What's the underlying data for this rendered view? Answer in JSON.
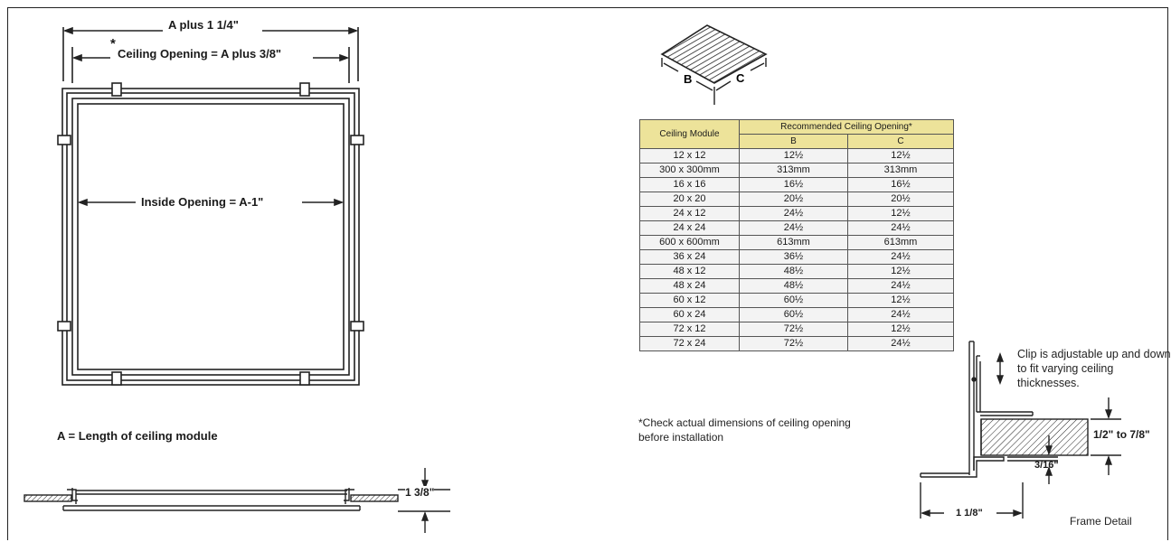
{
  "header": {
    "title": "...placement of ceiling opening"
  },
  "plan_view": {
    "outer_dim": "A plus 1 1/4\"",
    "opening_dim_star": "*",
    "opening_dim": "Ceiling Opening = A plus 3/8\"",
    "inside_dim": "Inside Opening = A-1\"",
    "a_definition": "A = Length of ceiling module"
  },
  "section_view": {
    "height_dim": "1 3/8\""
  },
  "tile_icon": {
    "b_label": "B",
    "c_label": "C"
  },
  "table": {
    "header_col1": "Ceiling Module",
    "header_group": "Recommended Ceiling Opening*",
    "sub_b": "B",
    "sub_c": "C",
    "rows": [
      [
        "12 x 12",
        "12½",
        "12½"
      ],
      [
        "300 x 300mm",
        "313mm",
        "313mm"
      ],
      [
        "16 x 16",
        "16½",
        "16½"
      ],
      [
        "20 x 20",
        "20½",
        "20½"
      ],
      [
        "24 x 12",
        "24½",
        "12½"
      ],
      [
        "24 x 24",
        "24½",
        "24½"
      ],
      [
        "600 x 600mm",
        "613mm",
        "613mm"
      ],
      [
        "36 x 24",
        "36½",
        "24½"
      ],
      [
        "48 x 12",
        "48½",
        "12½"
      ],
      [
        "48 x 24",
        "48½",
        "24½"
      ],
      [
        "60 x 12",
        "60½",
        "12½"
      ],
      [
        "60 x 24",
        "60½",
        "24½"
      ],
      [
        "72 x 12",
        "72½",
        "12½"
      ],
      [
        "72 x 24",
        "72½",
        "24½"
      ]
    ],
    "footnote": "*Check actual dimensions of ceiling opening before installation"
  },
  "frame_detail": {
    "clip_note": "Clip is adjustable up and down to fit varying ceiling thicknesses.",
    "thickness": "1/2\" to 7/8\"",
    "gap": "3/16\"",
    "width": "1 1/8\"",
    "caption": "Frame Detail"
  }
}
